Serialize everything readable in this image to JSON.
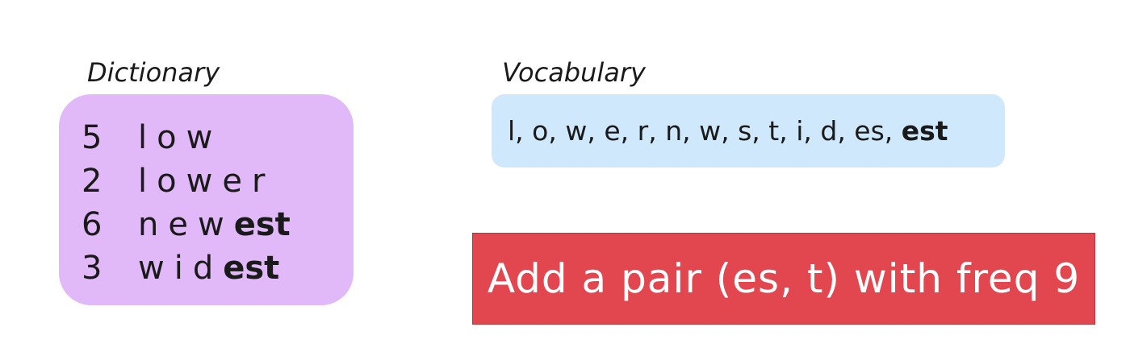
{
  "dictionary": {
    "label": "Dictionary",
    "rows": [
      {
        "freq": "5",
        "tokens": [
          {
            "text": "l",
            "bold": false
          },
          {
            "text": "o",
            "bold": false
          },
          {
            "text": "w",
            "bold": false
          }
        ]
      },
      {
        "freq": "2",
        "tokens": [
          {
            "text": "l",
            "bold": false
          },
          {
            "text": "o",
            "bold": false
          },
          {
            "text": "w",
            "bold": false
          },
          {
            "text": "e",
            "bold": false
          },
          {
            "text": "r",
            "bold": false
          }
        ]
      },
      {
        "freq": "6",
        "tokens": [
          {
            "text": "n",
            "bold": false
          },
          {
            "text": "e",
            "bold": false
          },
          {
            "text": "w",
            "bold": false
          },
          {
            "text": "est",
            "bold": true
          }
        ]
      },
      {
        "freq": "3",
        "tokens": [
          {
            "text": "w",
            "bold": false
          },
          {
            "text": "i",
            "bold": false
          },
          {
            "text": "d",
            "bold": false
          },
          {
            "text": "est",
            "bold": true
          }
        ]
      }
    ],
    "background_color": "#e1b8f8"
  },
  "vocabulary": {
    "label": "Vocabulary",
    "items": [
      {
        "text": "l",
        "bold": false
      },
      {
        "text": "o",
        "bold": false
      },
      {
        "text": "w",
        "bold": false
      },
      {
        "text": "e",
        "bold": false
      },
      {
        "text": "r",
        "bold": false
      },
      {
        "text": "n",
        "bold": false
      },
      {
        "text": "w",
        "bold": false
      },
      {
        "text": "s",
        "bold": false
      },
      {
        "text": "t",
        "bold": false
      },
      {
        "text": "i",
        "bold": false
      },
      {
        "text": "d",
        "bold": false
      },
      {
        "text": "es",
        "bold": false
      },
      {
        "text": "est",
        "bold": true
      }
    ],
    "separator": ", ",
    "background_color": "#cfe8fb"
  },
  "action": {
    "text": "Add a pair (es, t) with freq 9",
    "background_color": "#e2464e"
  }
}
